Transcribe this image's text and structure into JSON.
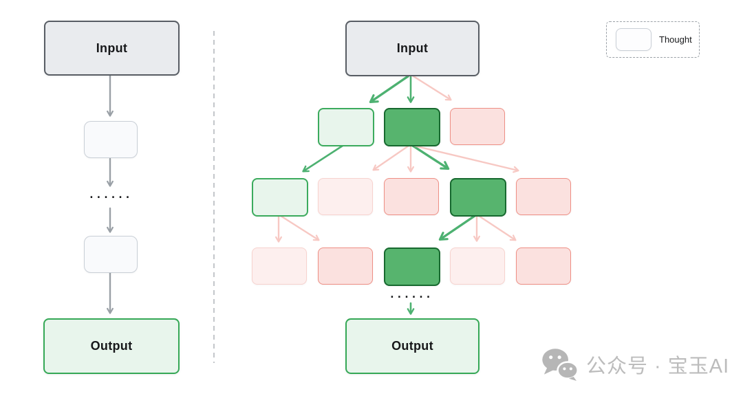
{
  "colors": {
    "node_gray_fill": "#e9ebee",
    "node_gray_border": "#585d64",
    "thought_fill": "#f9fafc",
    "thought_border": "#c9cfd6",
    "green_solid_fill": "#57b46e",
    "green_solid_border": "#17692f",
    "green_light_fill": "#e8f5ec",
    "green_border": "#3bab5d",
    "output_border": "#35a856",
    "pink_fill": "#fbe1df",
    "pink_border": "#ee8e84",
    "pink_faint_fill": "#fdefee",
    "pink_faint_border": "#f7d2ce",
    "arrow_gray": "#9aa0a6",
    "arrow_green": "#4db171",
    "arrow_pink": "#f7c8c3",
    "divider": "#c3c6ca",
    "legend_border": "#9aa0a6",
    "watermark": "#bcbcbc"
  },
  "left_panel": {
    "input_label": "Input",
    "output_label": "Output",
    "dots": "......",
    "thought_count": 2
  },
  "right_panel": {
    "input_label": "Input",
    "output_label": "Output",
    "dots": "......",
    "tree": {
      "rows": [
        {
          "nodes": [
            {
              "state": "explored"
            },
            {
              "state": "selected"
            },
            {
              "state": "rejected"
            }
          ]
        },
        {
          "nodes": [
            {
              "state": "explored"
            },
            {
              "state": "faint"
            },
            {
              "state": "rejected"
            },
            {
              "state": "selected"
            },
            {
              "state": "rejected"
            }
          ]
        },
        {
          "nodes": [
            {
              "state": "faint"
            },
            {
              "state": "rejected"
            },
            {
              "state": "selected"
            },
            {
              "state": "faint"
            },
            {
              "state": "rejected"
            }
          ]
        }
      ]
    }
  },
  "legend": {
    "label": "Thought"
  },
  "watermark": {
    "icon": "wechat-icon",
    "text": "公众号 · 宝玉AI"
  }
}
